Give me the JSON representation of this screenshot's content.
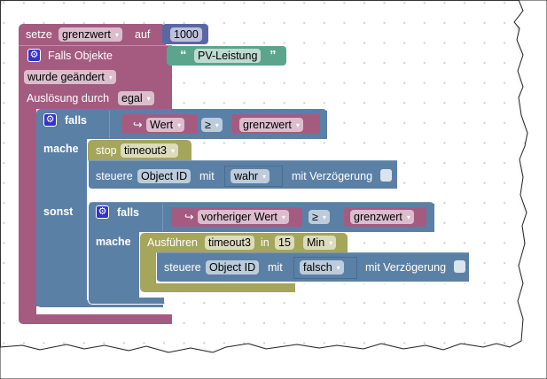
{
  "workspace": {
    "set_block": {
      "label_setze": "setze",
      "variable": "grenzwert",
      "label_auf": "auf",
      "value": "1000"
    },
    "trigger_block": {
      "title": "Falls Objekte",
      "object_name": "PV-Leistung",
      "quote_open": "“",
      "quote_close": "”",
      "change_mode": "wurde geändert",
      "trigger_label": "Auslösung durch",
      "trigger_value": "egal"
    },
    "if_block_1": {
      "label_falls": "falls",
      "label_mache": "mache",
      "label_sonst": "sonst",
      "condition": {
        "arrow": "↪",
        "left": "Wert",
        "operator": "≥",
        "right": "grenzwert"
      },
      "stop_block": {
        "label": "stop",
        "timeout": "timeout3"
      },
      "control_block": {
        "label": "steuere",
        "object": "Object ID",
        "label_mit": "mit",
        "value": "wahr",
        "delay_label": "mit Verzögerung"
      }
    },
    "if_block_2": {
      "label_falls": "falls",
      "label_mache": "mache",
      "condition": {
        "arrow": "↪",
        "left": "vorheriger Wert",
        "operator": "≥",
        "right": "grenzwert"
      },
      "timeout_block": {
        "label": "Ausführen",
        "timeout": "timeout3",
        "label_in": "in",
        "amount": "15",
        "unit": "Min"
      },
      "control_block": {
        "label": "steuere",
        "object": "Object ID",
        "label_mit": "mit",
        "value": "falsch",
        "delay_label": "mit Verzögerung"
      }
    }
  },
  "icons": {
    "gear": "gear-icon",
    "dropdown": "chevron-down-icon"
  },
  "colors": {
    "event_block": "#a55b80",
    "logic_block": "#5b80a5",
    "timeout_block": "#a5a55b",
    "text_block": "#5ba58c"
  }
}
